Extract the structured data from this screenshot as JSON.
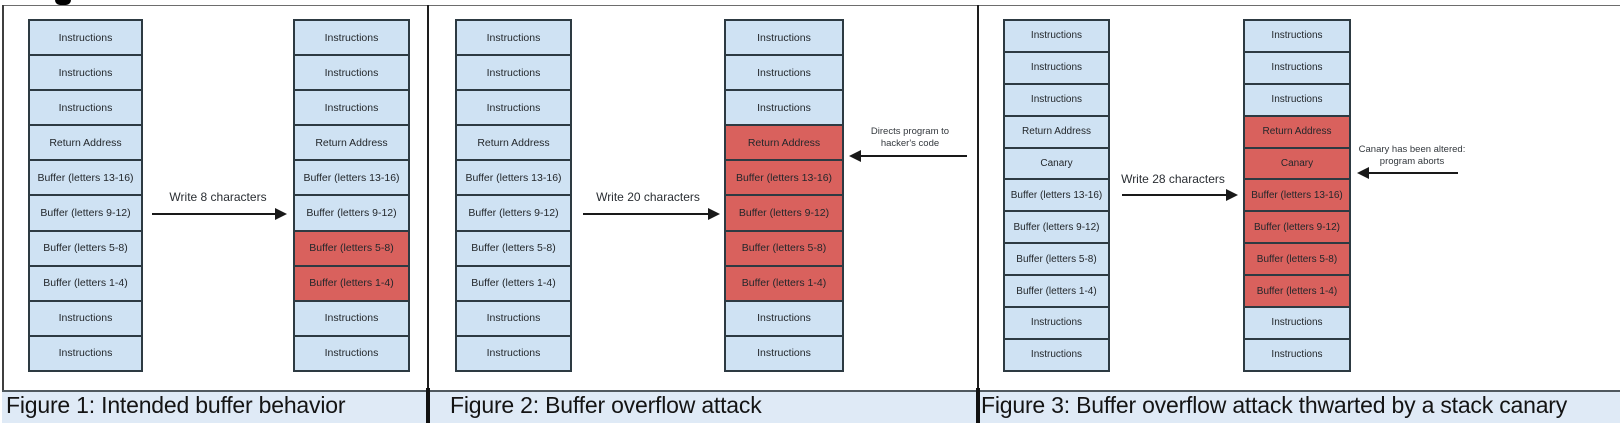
{
  "colors": {
    "cell_blue": "#cfe2f3",
    "cell_red": "#d9615d",
    "cell_border": "#2d3a42",
    "caption_band": "#dfeaf6"
  },
  "figures": [
    {
      "caption": "Figure 1: Intended buffer behavior",
      "arrow_label": "Write 8 characters",
      "cells": [
        "Instructions",
        "Instructions",
        "Instructions",
        "Return Address",
        "Buffer (letters 13-16)",
        "Buffer (letters 9-12)",
        "Buffer (letters 5-8)",
        "Buffer (letters 1-4)",
        "Instructions",
        "Instructions"
      ],
      "left_highlight": [],
      "right_highlight": [
        6,
        7
      ],
      "annotation": null
    },
    {
      "caption": "Figure 2: Buffer overflow attack",
      "arrow_label": "Write 20 characters",
      "cells": [
        "Instructions",
        "Instructions",
        "Instructions",
        "Return Address",
        "Buffer (letters 13-16)",
        "Buffer (letters 9-12)",
        "Buffer (letters 5-8)",
        "Buffer (letters 1-4)",
        "Instructions",
        "Instructions"
      ],
      "left_highlight": [],
      "right_highlight": [
        3,
        4,
        5,
        6,
        7
      ],
      "annotation": {
        "lines": [
          "Directs program to",
          "hacker's code"
        ]
      }
    },
    {
      "caption": "Figure 3: Buffer overflow attack thwarted by a stack canary",
      "arrow_label": "Write 28 characters",
      "cells": [
        "Instructions",
        "Instructions",
        "Instructions",
        "Return Address",
        "Canary",
        "Buffer (letters 13-16)",
        "Buffer (letters 9-12)",
        "Buffer (letters 5-8)",
        "Buffer (letters 1-4)",
        "Instructions",
        "Instructions"
      ],
      "left_highlight": [],
      "right_highlight": [
        3,
        4,
        5,
        6,
        7,
        8
      ],
      "annotation": {
        "lines": [
          "Canary has been altered:",
          "program aborts"
        ]
      }
    }
  ]
}
